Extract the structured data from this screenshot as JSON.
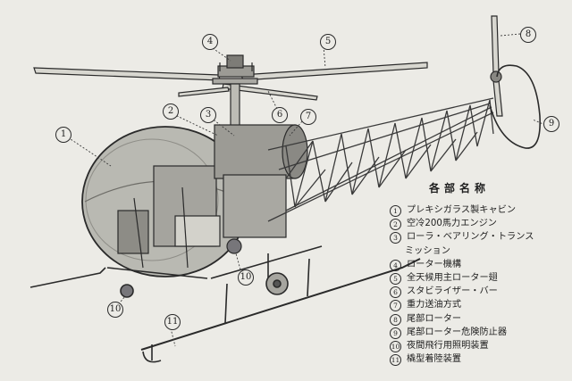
{
  "legend": {
    "title": "各部名称",
    "items": [
      {
        "num": "1",
        "text": "プレキシガラス製キャビン"
      },
      {
        "num": "2",
        "text": "空冷200馬力エンジン"
      },
      {
        "num": "3",
        "text": "ローラ・ベアリング・トランス",
        "cont": "ミッション"
      },
      {
        "num": "4",
        "text": "ローター機構"
      },
      {
        "num": "5",
        "text": "全天候用主ローター翅"
      },
      {
        "num": "6",
        "text": "スタビライザー・バー"
      },
      {
        "num": "7",
        "text": "重力送油方式"
      },
      {
        "num": "8",
        "text": "尾部ローター"
      },
      {
        "num": "9",
        "text": "尾部ローター危険防止器"
      },
      {
        "num": "10",
        "text": "夜間飛行用照明装置"
      },
      {
        "num": "11",
        "text": "橇型着陸装置"
      }
    ]
  },
  "callouts": {
    "c1": "1",
    "c2": "2",
    "c3": "3",
    "c4": "4",
    "c5": "5",
    "c6": "6",
    "c7": "7",
    "c8": "8",
    "c9": "9",
    "c10": "10",
    "c11": "11"
  },
  "colors": {
    "background": "#ecebe6",
    "ink": "#1e1e1e",
    "bubble": "#b9b9b2",
    "frame": "#4a4a4a"
  }
}
